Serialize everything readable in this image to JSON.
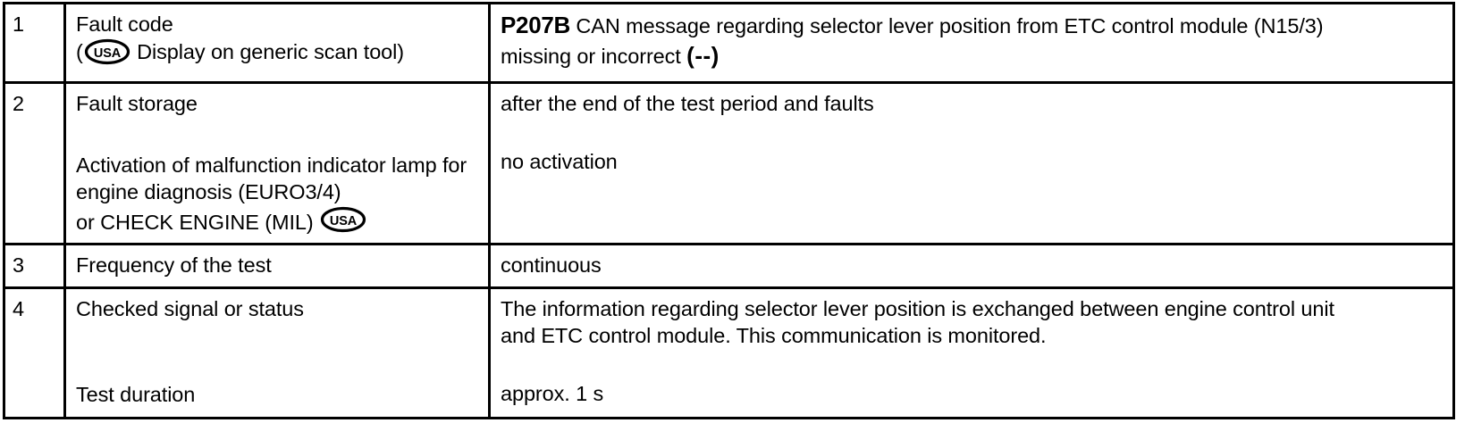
{
  "document": {
    "type": "diagnostic-fault-code-table",
    "columns": [
      "item-number",
      "description",
      "value"
    ],
    "badge_label": "USA"
  },
  "rows": [
    {
      "number": "1",
      "label_line1": "Fault code",
      "label_line2_prefix": "(",
      "label_line2_suffix": " Display on generic scan tool)",
      "value_code": "P207B",
      "value_line1": " CAN message regarding selector lever position from ETC control module (N15/3)",
      "value_line2": "missing or incorrect ",
      "value_line2_paren_open": "(",
      "value_line2_dashes": "--",
      "value_line2_paren_close": ")"
    },
    {
      "number": "2",
      "label_line1": "Fault storage",
      "label_line2": "Activation of malfunction indicator lamp for",
      "label_line3": "engine diagnosis (EURO3/4)",
      "label_line4": "or CHECK ENGINE (MIL) ",
      "value_line1": "after the end of the test period and faults",
      "value_line2": "no activation"
    },
    {
      "number": "3",
      "label_line1": "Frequency of the test",
      "value_line1": "continuous"
    },
    {
      "number": "4",
      "label_line1": "Checked signal or status",
      "label_line2": "Test duration",
      "value_line1": "The information regarding selector lever position is exchanged between engine control unit",
      "value_line2": "and ETC control module. This communication is monitored.",
      "value_line3": "approx. 1 s"
    }
  ],
  "colors": {
    "border": "#000000",
    "text": "#000000",
    "background": "#ffffff"
  }
}
